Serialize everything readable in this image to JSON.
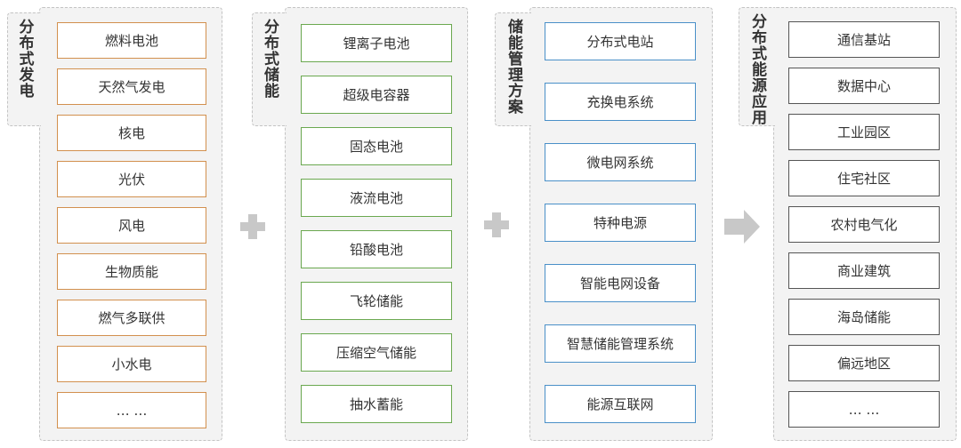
{
  "columns": [
    {
      "title": "分布式发电",
      "items": [
        "燃料电池",
        "天然气发电",
        "核电",
        "光伏",
        "风电",
        "生物质能",
        "燃气多联供",
        "小水电",
        "… …"
      ]
    },
    {
      "title": "分布式储能",
      "items": [
        "锂离子电池",
        "超级电容器",
        "固态电池",
        "液流电池",
        "铅酸电池",
        "飞轮储能",
        "压缩空气储能",
        "抽水蓄能"
      ]
    },
    {
      "title": "储能管理方案",
      "items": [
        "分布式电站",
        "充换电系统",
        "微电网系统",
        "特种电源",
        "智能电网设备",
        "智慧储能管理系统",
        "能源互联网"
      ]
    },
    {
      "title": "分布式能源应用",
      "items": [
        "通信基站",
        "数据中心",
        "工业园区",
        "住宅社区",
        "农村电气化",
        "商业建筑",
        "海岛储能",
        "偏远地区",
        "… …"
      ]
    }
  ],
  "colors": {
    "generation_border": "#d2904e",
    "storage_border": "#6aa84f",
    "management_border": "#4a90c8",
    "application_border": "#555555",
    "connector": "#c8c8c8"
  },
  "connectors": {
    "first": "plus-icon",
    "second": "plus-icon",
    "third": "arrow-right-icon"
  }
}
